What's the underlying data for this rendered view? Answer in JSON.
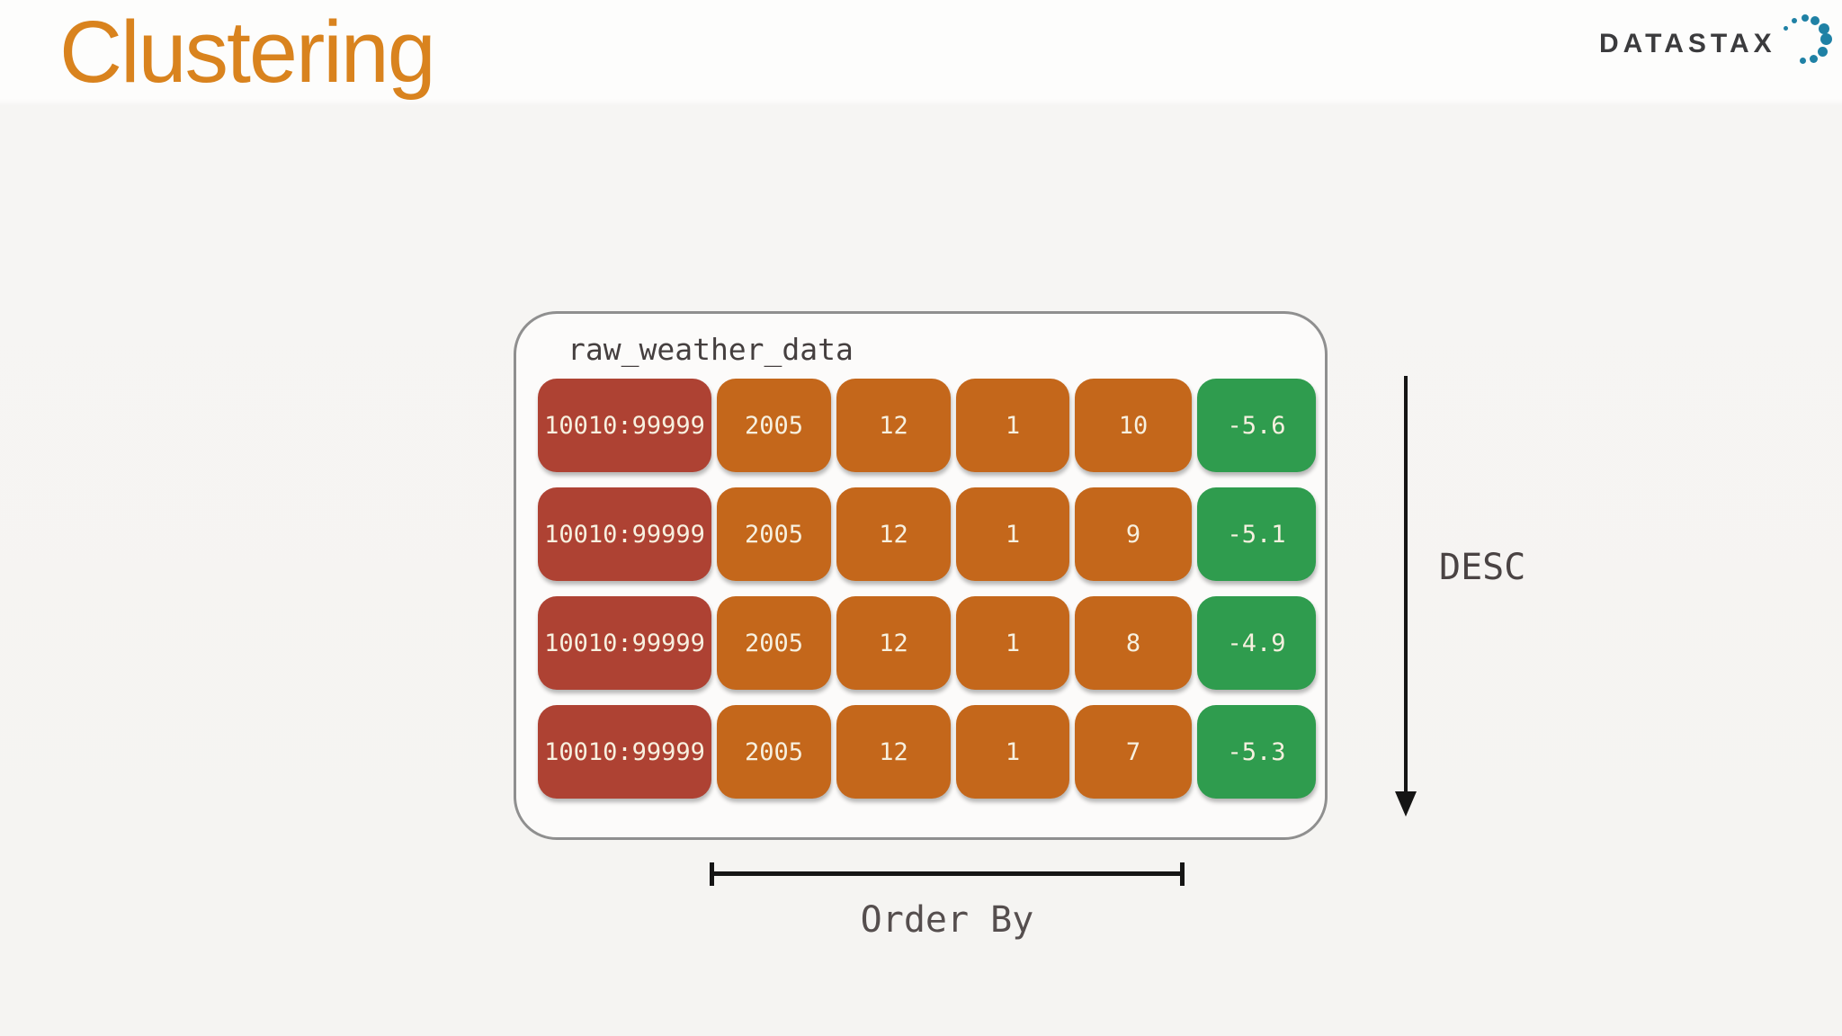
{
  "slide": {
    "title": "Clustering"
  },
  "logo": {
    "wordmark": "DATASTAX"
  },
  "table": {
    "name": "raw_weather_data",
    "col_types": [
      "partition",
      "clustering",
      "clustering",
      "clustering",
      "clustering",
      "value"
    ],
    "rows": [
      [
        "10010:99999",
        "2005",
        "12",
        "1",
        "10",
        "-5.6"
      ],
      [
        "10010:99999",
        "2005",
        "12",
        "1",
        "9",
        "-5.1"
      ],
      [
        "10010:99999",
        "2005",
        "12",
        "1",
        "8",
        "-4.9"
      ],
      [
        "10010:99999",
        "2005",
        "12",
        "1",
        "7",
        "-5.3"
      ]
    ]
  },
  "annotations": {
    "sort_direction": "DESC",
    "order_by": "Order By"
  },
  "colors": {
    "title_color": "#d9831e",
    "partition_cell": "#ae4233",
    "clustering_cell": "#c4671b",
    "value_cell": "#2f9c4e",
    "cell_text": "#f7f0df",
    "logo_text": "#3b3b3d",
    "logo_dots": "#1f81a5"
  }
}
